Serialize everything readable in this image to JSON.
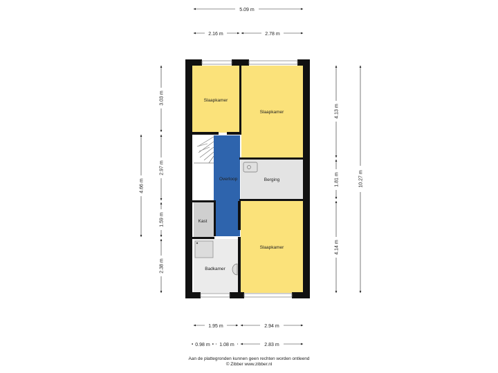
{
  "plan": {
    "colors": {
      "wall": "#111111",
      "bedroom": "#fbe27a",
      "landing": "#2e64ad",
      "storage": "#e3e3e3",
      "bathroom": "#ebebeb",
      "closet": "#cfcfcf",
      "dimension_line": "#222222"
    },
    "rooms": {
      "bedroom_top_left": "Slaapkamer",
      "bedroom_top_right": "Slaapkamer",
      "landing": "Overloop",
      "storage": "Berging",
      "closet": "Kast",
      "bathroom": "Badkamer",
      "bedroom_bottom": "Slaapkamer"
    },
    "dimensions": {
      "top_total": "5.09 m",
      "top_left": "2.16 m",
      "top_right": "2.78 m",
      "left_1": "3.03 m",
      "left_2": "2.97 m",
      "left_3": "1.59 m",
      "left_4": "2.38 m",
      "left_outer": "4.66 m",
      "right_1": "4.13 m",
      "right_2": "1.81 m",
      "right_3": "4.14 m",
      "right_total": "10.27 m",
      "bottom_left": "1.95 m",
      "bottom_right": "2.94 m",
      "bottom2_a": "0.98 m",
      "bottom2_b": "1.08 m",
      "bottom2_c": "2.83 m"
    }
  },
  "footer": {
    "disclaimer": "Aan de plattegronden kunnen geen rechten worden ontleend",
    "copyright": "© Zibber www.zibber.nl"
  }
}
